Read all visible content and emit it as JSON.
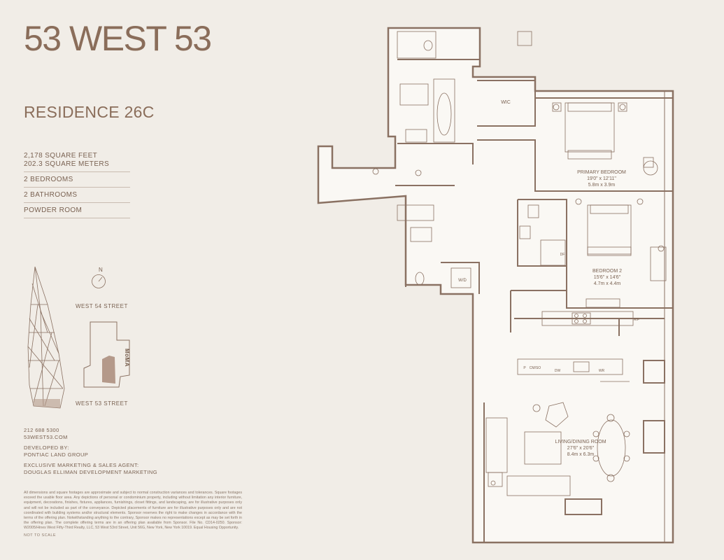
{
  "header": {
    "title": "53 WEST 53",
    "residence": "RESIDENCE 26C"
  },
  "specs": [
    {
      "lines": [
        "2,178 SQUARE FEET",
        "202.3 SQUARE METERS"
      ]
    },
    {
      "lines": [
        "2 BEDROOMS"
      ]
    },
    {
      "lines": [
        "2 BATHROOMS"
      ]
    },
    {
      "lines": [
        "POWDER ROOM"
      ]
    }
  ],
  "site_map": {
    "north": "N",
    "top_street": "WEST 54 STREET",
    "bottom_street": "WEST 53 STREET",
    "neighbor": "MoMA"
  },
  "contact": {
    "phone": "212 688 5300",
    "website": "53WEST53.COM",
    "developer_heading": "DEVELOPED BY:",
    "developer": "PONTIAC LAND GROUP",
    "agent_heading": "EXCLUSIVE MARKETING & SALES AGENT:",
    "agent": "DOUGLAS ELLIMAN DEVELOPMENT MARKETING"
  },
  "disclaimer": "All dimensions and square footages are approximate and subject to normal construction variances and tolerances. Square footages exceed the usable floor area. Any depictions of personal or condominium property, including without limitation any interior furniture, equipment, decorations, finishes, fixtures, appliances, furnishings, closet fittings, and landscaping, are for illustrative purposes only and will not be included as part of the conveyance. Depicted placements of furniture are for illustrative purposes only and are not coordinated with building systems and/or structural elements. Sponsor reserves the right to make changes in accordance with the terms of the offering plan. Notwithstanding anything to the contrary, Sponsor makes no representations except as may be set forth in the offering plan. The complete offering terms are in an offering plan available from Sponsor. File No. CD14-0250. Sponsor: W2005/Hines West Fifty-Third Realty, LLC, 53 West 53rd Street, Unit 56G, New York, New York 10019. Equal Housing Opportunity.",
  "not_to_scale": "NOT TO SCALE",
  "floor_plan": {
    "wic": "WIC",
    "wd": "W/D",
    "df": "DF",
    "rf": "R/F",
    "dw": "DW",
    "wr": "WR",
    "cm_so": "CM/SO",
    "p": "P",
    "primary_bedroom": {
      "name": "PRIMARY BEDROOM",
      "dim_ft": "19'0\" x 12'11\"",
      "dim_m": "5.8m x 3.9m"
    },
    "bedroom2": {
      "name": "BEDROOM 2",
      "dim_ft": "15'6\" x 14'6\"",
      "dim_m": "4.7m x 4.4m"
    },
    "living_dining": {
      "name": "LIVING/DINING ROOM",
      "dim_ft": "27'6\" x 20'6\"",
      "dim_m": "8.4m x 6.3m"
    }
  },
  "colors": {
    "background": "#f1ede7",
    "text": "#7a6252",
    "wall": "#8a7162",
    "floor": "#faf8f4",
    "unit_highlight": "#b4998a"
  }
}
